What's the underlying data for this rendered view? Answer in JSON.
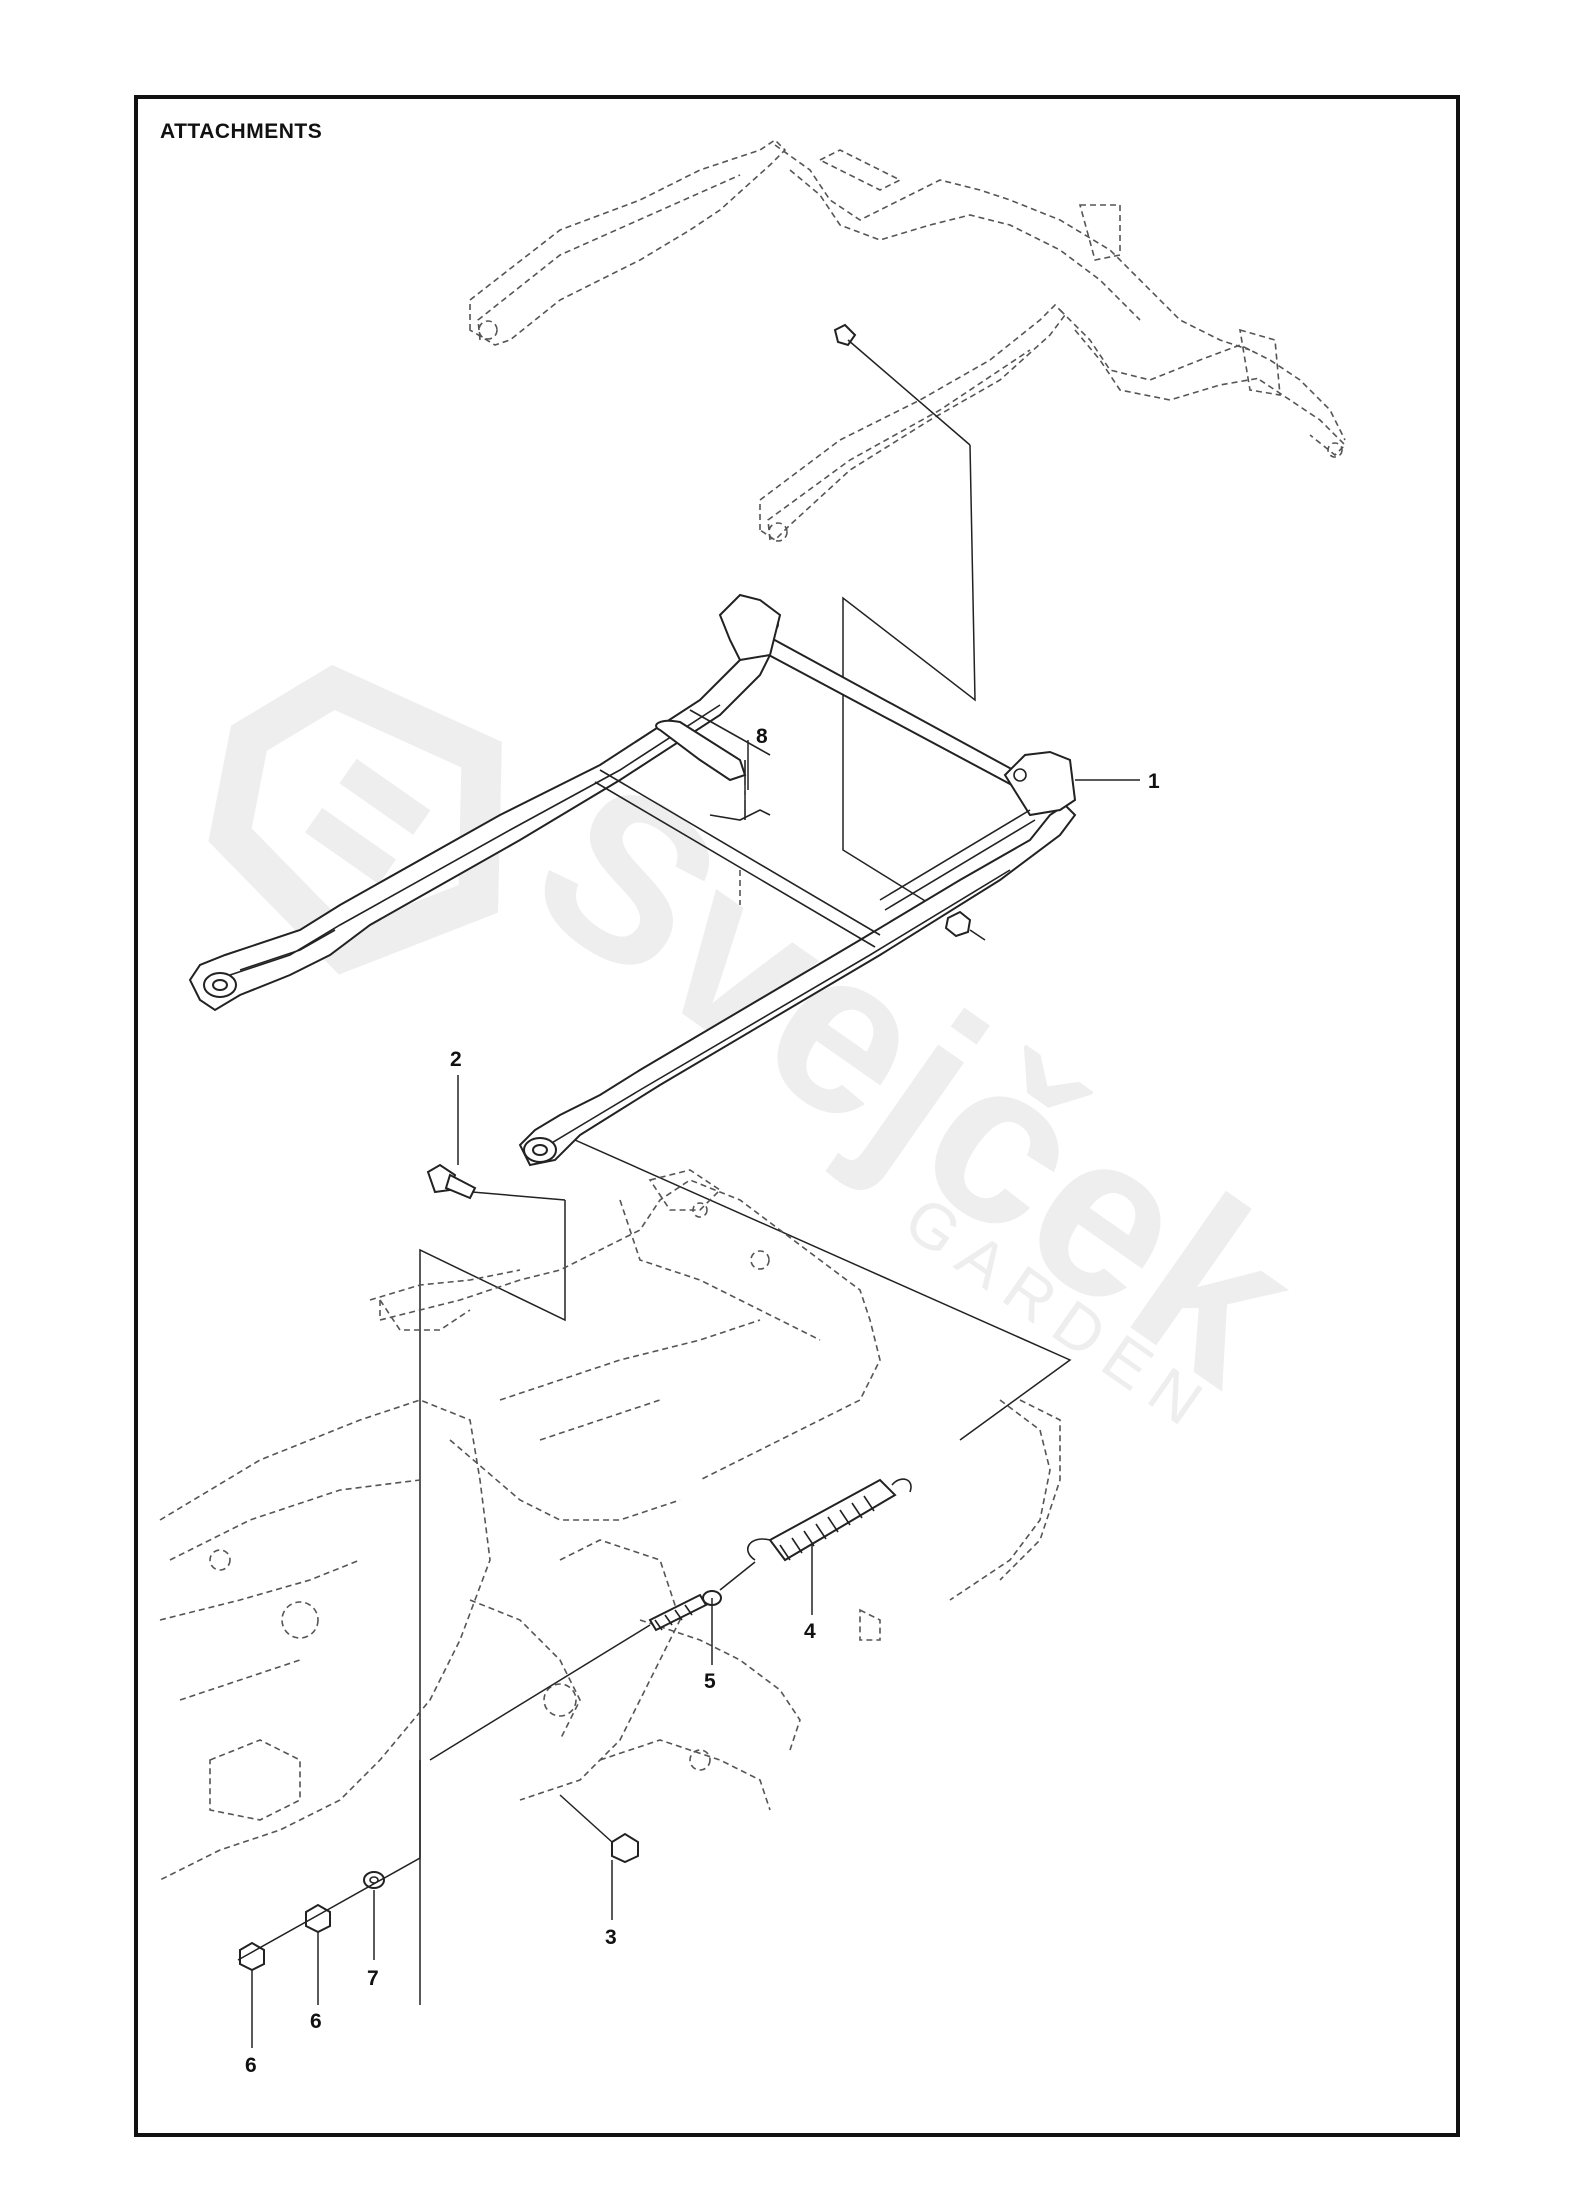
{
  "diagram": {
    "title": "ATTACHMENTS",
    "watermark": {
      "brand": "Svejček",
      "sub": "GARDEN"
    },
    "callouts": [
      {
        "id": "1",
        "label": "1"
      },
      {
        "id": "2",
        "label": "2"
      },
      {
        "id": "3",
        "label": "3"
      },
      {
        "id": "4",
        "label": "4"
      },
      {
        "id": "5",
        "label": "5"
      },
      {
        "id": "6a",
        "label": "6"
      },
      {
        "id": "6b",
        "label": "6"
      },
      {
        "id": "7",
        "label": "7"
      },
      {
        "id": "8",
        "label": "8"
      }
    ]
  },
  "colors": {
    "line": "#222222",
    "hidden_line": "#555555",
    "watermark": "#eeeeee",
    "frame": "#111111"
  }
}
